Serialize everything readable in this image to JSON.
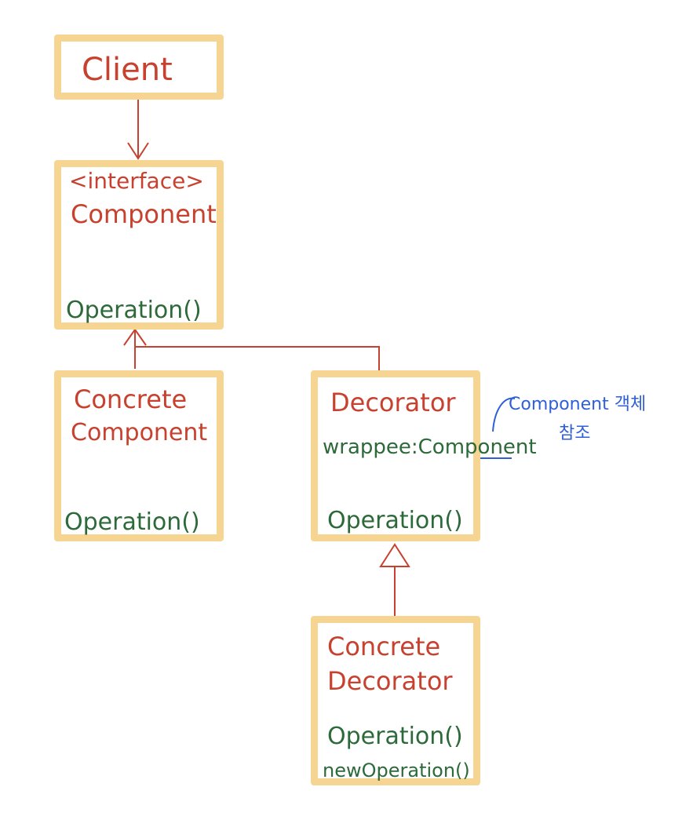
{
  "client": {
    "name": "Client"
  },
  "component": {
    "stereotype": "<interface>",
    "name": "Component",
    "method": "Operation()"
  },
  "concrete_component": {
    "name_line1": "Concrete",
    "name_line2": "Component",
    "method": "Operation()"
  },
  "decorator": {
    "name": "Decorator",
    "field": "wrappee:Component",
    "method": "Operation()"
  },
  "concrete_decorator": {
    "name_line1": "Concrete",
    "name_line2": "Decorator",
    "method1": "Operation()",
    "method2": "newOperation()"
  },
  "annotation": {
    "line1": "Component 객체",
    "line2": "참조"
  },
  "colors": {
    "box_border": "#f6d491",
    "class_name": "#c8412f",
    "method": "#2d6a3a",
    "note": "#2f5fd8",
    "arrow": "#c8412f"
  }
}
